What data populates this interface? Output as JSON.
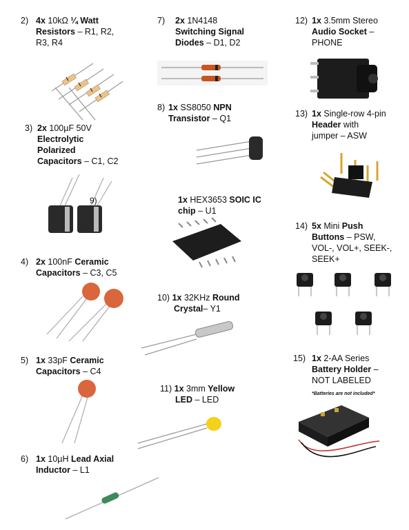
{
  "items": [
    {
      "num": "2)",
      "qty": "4x",
      "l1": "10kΩ",
      "l2": "¼ Watt",
      "l3": "Resistors",
      "l4": "– R1, R2,",
      "l5": "R3, R4"
    },
    {
      "num": "3)",
      "qty": "2x",
      "l1": "100µF 50V",
      "l2": "Electrolytic",
      "l3": "Polarized",
      "l4": "Capacitors",
      "l5": "– C1, C2",
      "badge": "9)"
    },
    {
      "num": "4)",
      "qty": "2x",
      "l1": "100nF",
      "l2": "Ceramic",
      "l3": "Capacitors",
      "l4": "– C3, C5"
    },
    {
      "num": "5)",
      "qty": "1x",
      "l1": "33pF",
      "l2": "Ceramic",
      "l3": "Capacitors",
      "l4": "– C4"
    },
    {
      "num": "6)",
      "qty": "1x",
      "l1": "10µH",
      "l2": "Lead Axial",
      "l3": "Inductor",
      "l4": "– L1"
    },
    {
      "num": "7)",
      "qty": "2x",
      "l1": "1N4148",
      "l2": "Switching Signal",
      "l3": "Diodes",
      "l4": "– D1, D2"
    },
    {
      "num": "8)",
      "qty": "1x",
      "l1": "SS8050",
      "l2": "NPN",
      "l3": "Transistor",
      "l4": "– Q1"
    },
    {
      "num": "",
      "qty": "1x",
      "l1": "HEX3653",
      "l2": "SOIC IC",
      "l3": "chip",
      "l4": "– U1"
    },
    {
      "num": "10)",
      "qty": "1x",
      "l1": "32KHz",
      "l2": "Round",
      "l3": "Crystal",
      "l4": "– Y1"
    },
    {
      "num": "11)",
      "qty": "1x",
      "l1": "3mm",
      "l2": "Yellow",
      "l3": "LED",
      "l4": "– LED"
    },
    {
      "num": "12)",
      "qty": "1x",
      "l1": "3.5mm Stereo",
      "l2": "Audio Socket",
      "l3": "–",
      "l4": "PHONE"
    },
    {
      "num": "13)",
      "qty": "1x",
      "l1": "Single-row 4-pin",
      "l2": "Header",
      "l3": "with",
      "l4": "jumper – ASW"
    },
    {
      "num": "14)",
      "qty": "5x",
      "l1": "Mini",
      "l2": "Push",
      "l3": "Buttons",
      "l4": "– PSW,",
      "l5": "VOL-, VOL+, SEEK-,",
      "l6": "SEEK+"
    },
    {
      "num": "15)",
      "qty": "1x",
      "l1": "2-AA Series",
      "l2": "Battery Holder",
      "l3": "–",
      "l4": "NOT LABELED",
      "note": "*Batteries are not included*"
    }
  ],
  "colors": {
    "text": "#111111",
    "resistor_body": "#e8c48e",
    "cap_black": "#2a2a2a",
    "ceramic": "#d9663c",
    "led": "#f2d21b"
  }
}
